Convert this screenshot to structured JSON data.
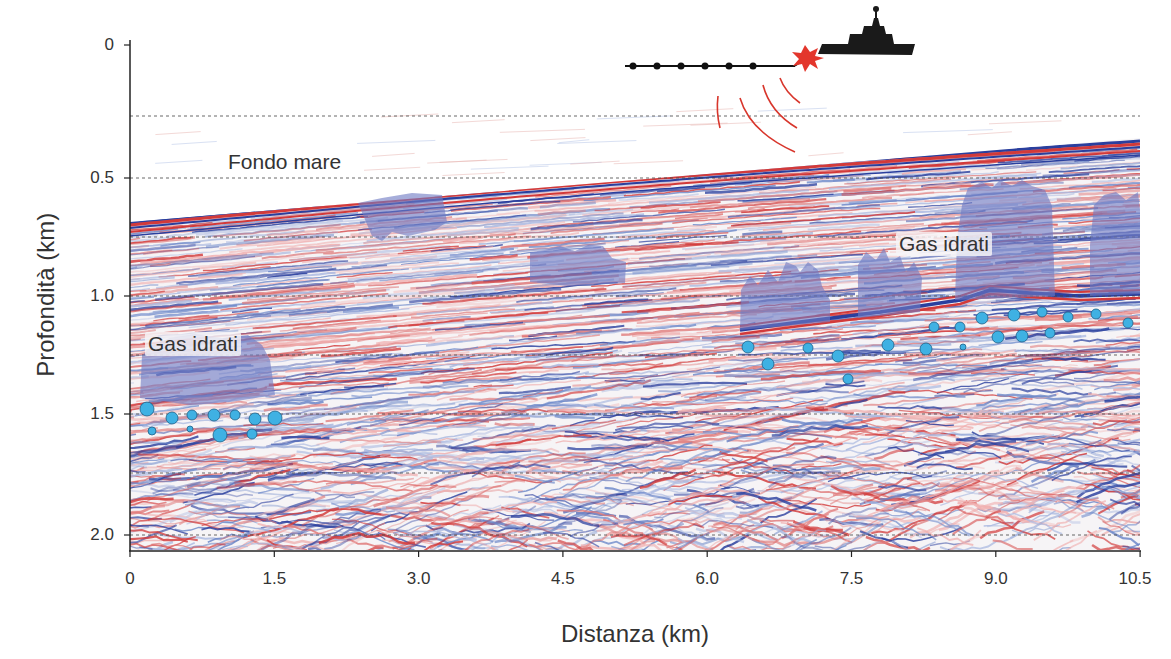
{
  "diagram": {
    "labels": [
      "Fondo mare",
      "Gas idrati",
      "Gas idrati",
      "0",
      "0.5",
      "1.0",
      "1.5",
      "2.0",
      "0",
      "1.5",
      "3.0",
      "4.5",
      "6.0",
      "7.5",
      "9.0",
      "10.5",
      "Profondità (km)",
      "Distanza (km)"
    ]
  }
}
